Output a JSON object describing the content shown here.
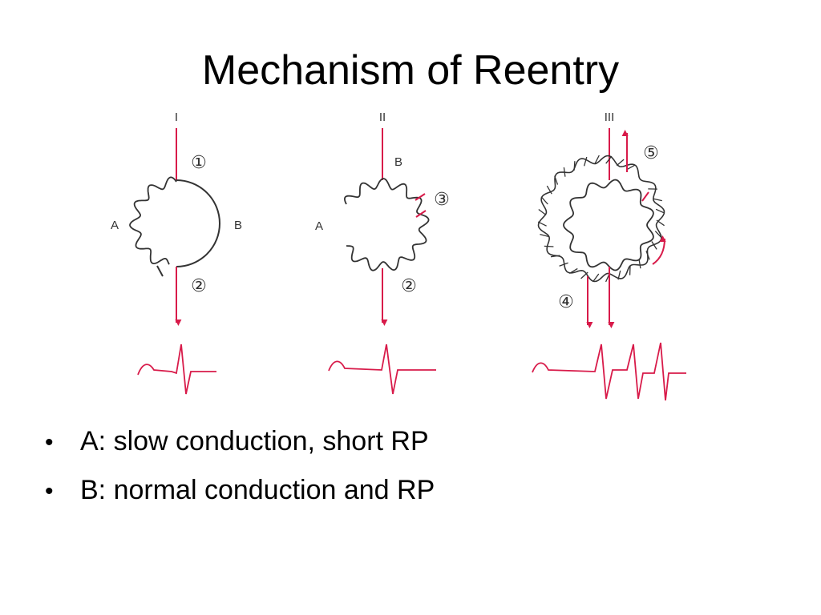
{
  "slide": {
    "title": "Mechanism of Reentry",
    "panels": [
      {
        "roman": "I",
        "label_left": "A",
        "label_right": "B",
        "markers": [
          "①",
          "②"
        ]
      },
      {
        "roman": "II",
        "label_left": "A",
        "label_top": "B",
        "markers": [
          "③",
          "②"
        ]
      },
      {
        "roman": "III",
        "markers": [
          "⑤",
          "④"
        ]
      }
    ],
    "bullets": [
      {
        "text": "A: slow conduction, short RP"
      },
      {
        "text": "B: normal conduction and RP"
      }
    ]
  },
  "colors": {
    "accent": "#d81b4a",
    "line": "#333333",
    "text": "#000000"
  },
  "icons": {
    "bullet": "•"
  }
}
